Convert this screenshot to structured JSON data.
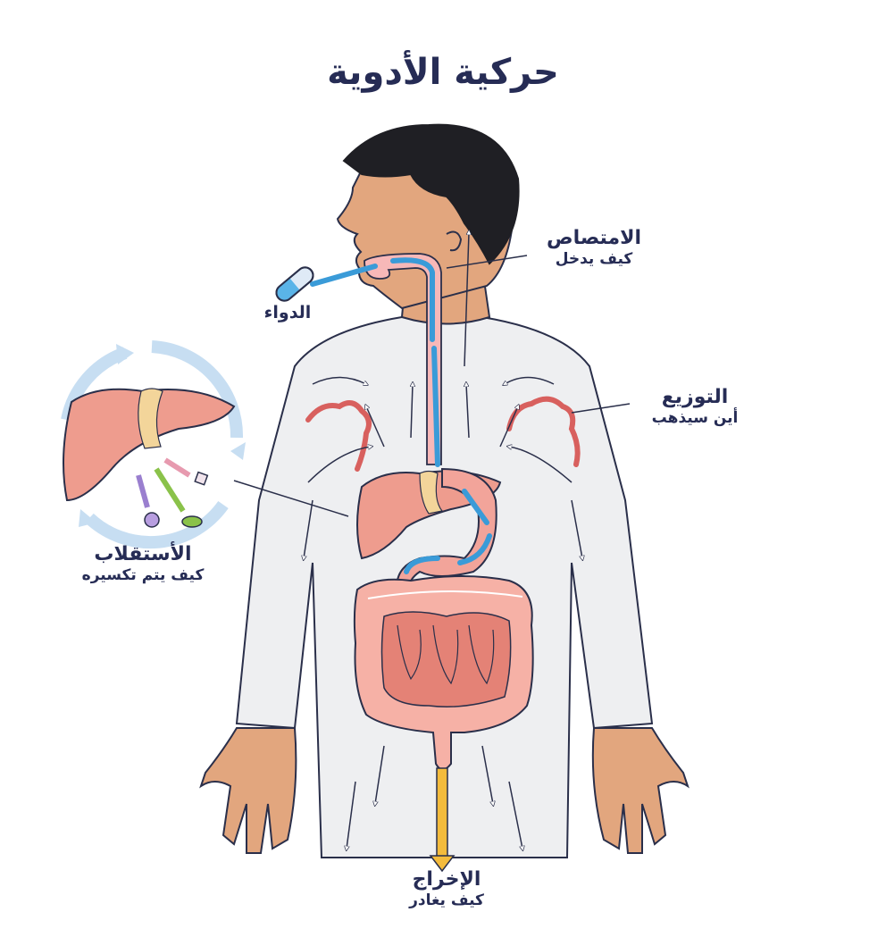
{
  "title": "حركية الأدوية",
  "labels": {
    "absorption": {
      "main": "الامتصاص",
      "sub": "كيف يدخل"
    },
    "drug": {
      "main": "الدواء"
    },
    "distribution": {
      "main": "التوزيع",
      "sub": "أين سيذهب"
    },
    "metabolism": {
      "main": "الأستقلاب",
      "sub": "كيف يتم تكسيره"
    },
    "excretion": {
      "main": "الإخراج",
      "sub": "كيف يغادر"
    }
  },
  "illustration": {
    "subject": "human-body-pharmacokinetics",
    "organs": [
      "mouth",
      "esophagus",
      "liver",
      "stomach",
      "small-intestine",
      "large-intestine",
      "blood-vessels"
    ],
    "icons": [
      "pill-capsule-icon",
      "liver-cycle-icon",
      "metabolite-sphere-icon",
      "metabolite-cube-icon",
      "metabolite-pill-icon"
    ]
  },
  "colors": {
    "text": "#262c55",
    "skin": "#e2a67e",
    "hair": "#1f1f24",
    "shirt": "#eeeff1",
    "organ": "#f2a49a",
    "organ_dark": "#d9766c",
    "flow_blue": "#3a9bd8",
    "cycle_blue": "#c7def2",
    "excretion_arrow": "#f4bb3c",
    "vessel": "#d8605e"
  }
}
